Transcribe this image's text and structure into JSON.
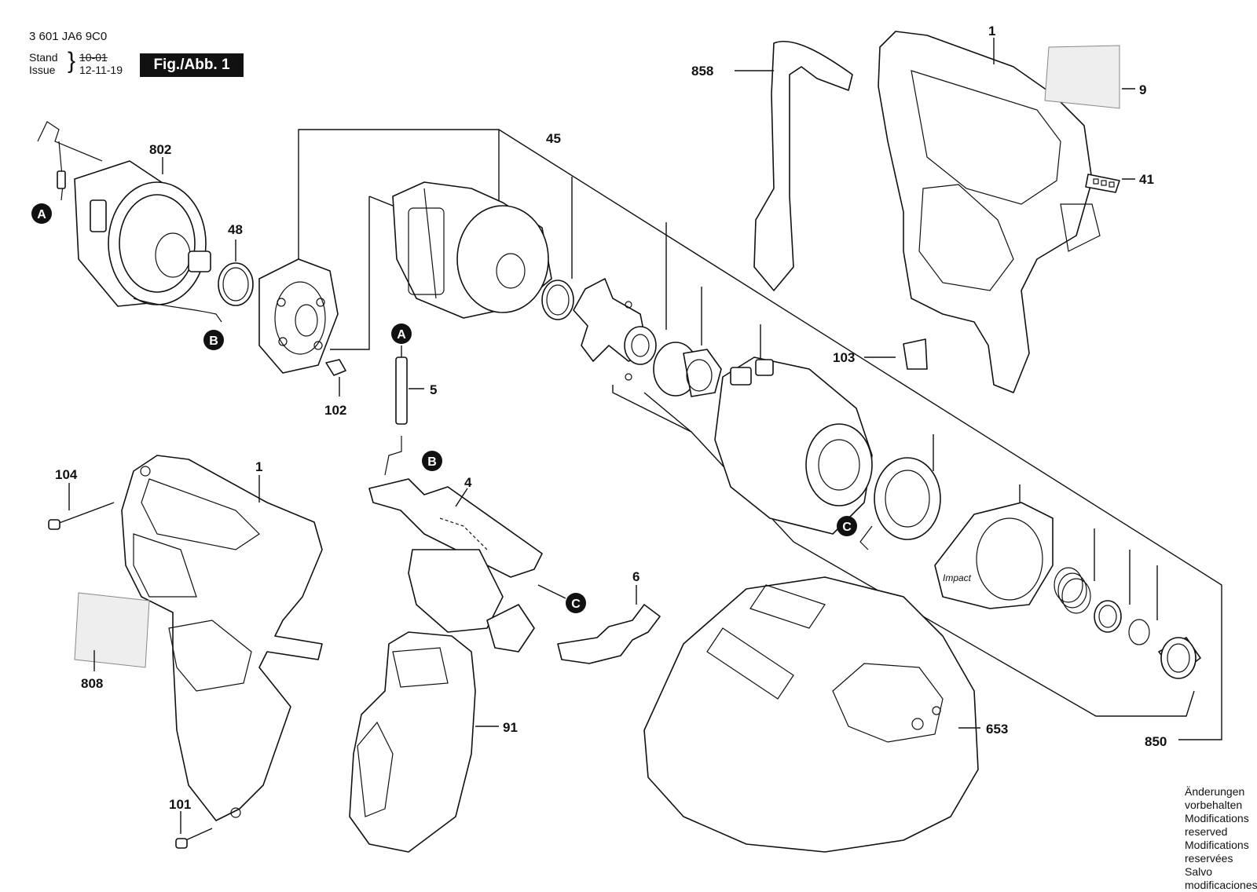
{
  "header": {
    "doc_number": "3 601 JA6 9C0",
    "stand_label": "Stand",
    "issue_label": "Issue",
    "stand_date": "10-01",
    "issue_date": "12-11-19",
    "figure_label": "Fig./Abb. 1"
  },
  "parts": {
    "p1_top": "1",
    "p1_bottom": "1",
    "p4": "4",
    "p5": "5",
    "p6": "6",
    "p9": "9",
    "p41": "41",
    "p45": "45",
    "p48": "48",
    "p91": "91",
    "p101": "101",
    "p102": "102",
    "p103": "103",
    "p104": "104",
    "p653": "653",
    "p802": "802",
    "p808": "808",
    "p850": "850",
    "p858": "858"
  },
  "markers": {
    "A": "A",
    "B": "B",
    "C": "C"
  },
  "disclaimer": {
    "line1": "Änderungen vorbehalten",
    "line2": "Modifications reserved",
    "line3": "Modifications reservées",
    "line4": "Salvo modificaciones"
  },
  "decor_text": {
    "impact": "Impact"
  }
}
